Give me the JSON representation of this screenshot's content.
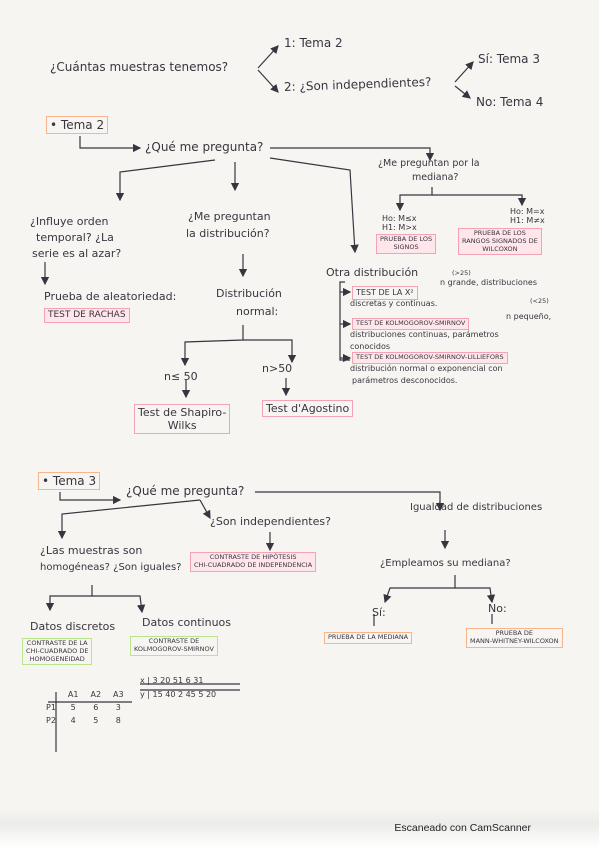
{
  "top": {
    "question": "¿Cuántas muestras tenemos?",
    "opt1": "1: Tema 2",
    "opt2": "2: ¿Son independientes?",
    "yes3": "Sí: Tema 3",
    "no4": "No: Tema 4"
  },
  "tema2": {
    "title": "Tema 2",
    "ask": "¿Qué me pregunta?",
    "q_order": [
      "¿Influye orden",
      "temporal? ¿La",
      "serie es al azar?"
    ],
    "racha_title": "Prueba de aleatoriedad:",
    "racha_test": "TEST DE RACHAS",
    "q_dist": [
      "¿Me preguntan",
      "la distribución?"
    ],
    "normal": [
      "Distribución",
      "normal:"
    ],
    "n_small": "n≤ 50",
    "n_large": "n>50",
    "shapiro": [
      "Test de Shapiro-",
      "Wilks"
    ],
    "agostino": "Test d'Agostino",
    "q_median": [
      "¿Me preguntan por la",
      "mediana?"
    ],
    "hyp_left": [
      "Ho: M≤x",
      "H1: M>x"
    ],
    "hyp_right": [
      "Ho: M=x",
      "H1: M≠x"
    ],
    "signos": [
      "PRUEBA DE LOS",
      "SIGNOS"
    ],
    "rangos": [
      "PRUEBA DE LOS",
      "RANGOS SIGNADOS DE",
      "WILCOXON"
    ],
    "otra": "Otra distribución",
    "chi_note": "(>25)",
    "chi": "TEST DE LA X²",
    "chi_desc": [
      "n grande, distribuciones",
      "discretas y continuas."
    ],
    "ks_note": "(<25)",
    "ks": "TEST DE KOLMOGOROV-SMIRNOV",
    "ks_desc": [
      "n pequeño,",
      "distribuciones continuas, parámetros",
      "conocidos"
    ],
    "lil": "TEST DE KOLMOGOROV-SMIRNOV-LILLIEFORS",
    "lil_desc": [
      "distribución normal o exponencial con",
      "parámetros desconocidos."
    ]
  },
  "tema3": {
    "title": "Tema 3",
    "ask": "¿Qué me pregunta?",
    "q_homog": [
      "¿Las muestras son",
      "homogéneas? ¿Son iguales?"
    ],
    "q_indep": "¿Son independientes?",
    "contraste": [
      "CONTRASTE DE HIPÓTESIS",
      "CHI-CUADRADO DE INDEPENDENCIA"
    ],
    "igualdad": "Igualdad de distribuciones",
    "q_mediana": "¿Empleamos su mediana?",
    "si": "Sí:",
    "no": "No:",
    "mediana_test": "PRUEBA DE LA MEDIANA",
    "mann": [
      "PRUEBA DE",
      "MANN-WHITNEY-WILCOXON"
    ],
    "discretos": "Datos discretos",
    "continuos": "Datos continuos",
    "homog_test": [
      "CONTRASTE DE LA",
      "CHI-CUADRADO DE",
      "HOMOGENEIDAD"
    ],
    "ks2": [
      "CONTRASTE DE",
      "KOLMOGOROV-SMIRNOV"
    ],
    "table": {
      "cols": [
        "",
        "A1",
        "A2",
        "A3"
      ],
      "rows": [
        [
          "P1",
          "5",
          "6",
          "3"
        ],
        [
          "P2",
          "4",
          "5",
          "8"
        ]
      ]
    },
    "xrow": "x | 3  20  51  6  31",
    "yrow": "y | 15  40  2  45  5  20"
  },
  "footer": "Escaneado con CamScanner"
}
